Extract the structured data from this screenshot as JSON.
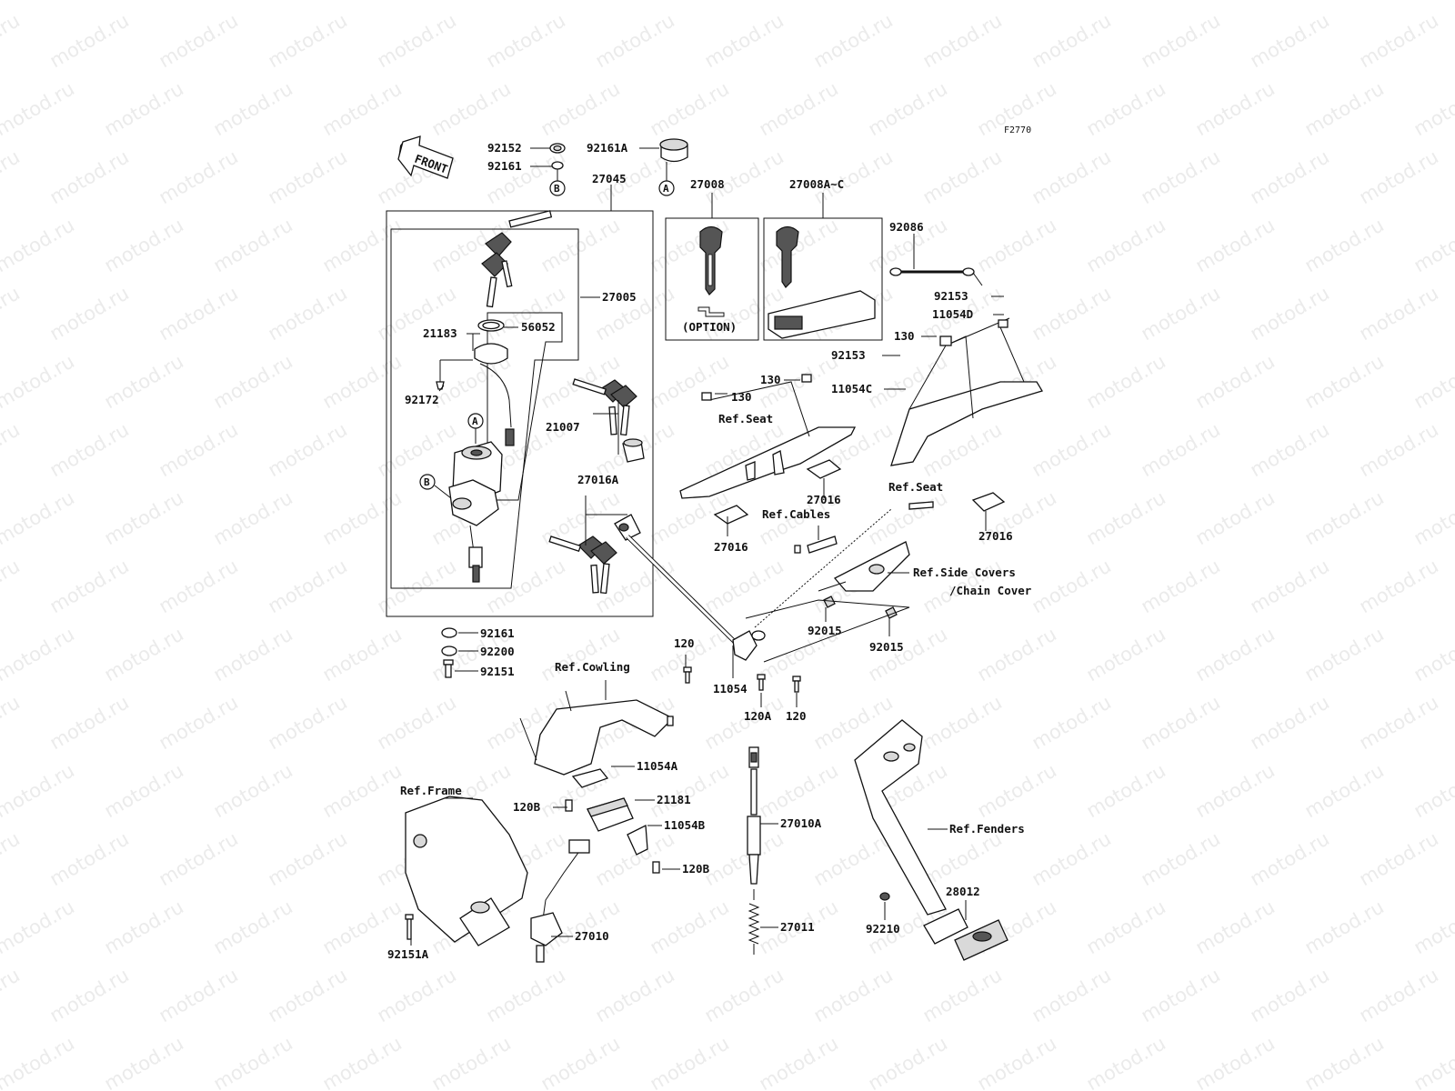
{
  "watermark": "motod.ru",
  "diagram_code": "F2770",
  "front_arrow_text": "FRONT",
  "option_text": "(OPTION)",
  "callout_a": "A",
  "callout_b": "B",
  "part_numbers": {
    "p92152": "92152",
    "p92161_top": "92161",
    "p92161a": "92161A",
    "p27045": "27045",
    "p27008": "27008",
    "p27008ac": "27008A~C",
    "p27005": "27005",
    "p21183": "21183",
    "p56052": "56052",
    "p92172": "92172",
    "p21007": "21007",
    "p27016a": "27016A",
    "p92161_bottom": "92161",
    "p92200": "92200",
    "p92151": "92151",
    "p92086": "92086",
    "p92153_a": "92153",
    "p11054d": "11054D",
    "p130_a": "130",
    "p92153_b": "92153",
    "p130_b": "130",
    "p11054c": "11054C",
    "p130_c": "130",
    "p27016_a": "27016",
    "p27016_b": "27016",
    "p27016_c": "27016",
    "p92015_a": "92015",
    "p92015_b": "92015",
    "p120_a": "120",
    "p11054": "11054",
    "p120a": "120A",
    "p120_b": "120",
    "p11054a": "11054A",
    "p21181": "21181",
    "p120b_a": "120B",
    "p11054b": "11054B",
    "p120b_b": "120B",
    "p27010a": "27010A",
    "p27011": "27011",
    "p27010": "27010",
    "p92151a": "92151A",
    "p92210": "92210",
    "p28012": "28012"
  },
  "references": {
    "seat_1": "Ref.Seat",
    "seat_2": "Ref.Seat",
    "cables": "Ref.Cables",
    "side_covers_1": "Ref.Side Covers",
    "side_covers_2": "/Chain Cover",
    "cowling": "Ref.Cowling",
    "frame": "Ref.Frame",
    "fenders": "Ref.Fenders"
  }
}
